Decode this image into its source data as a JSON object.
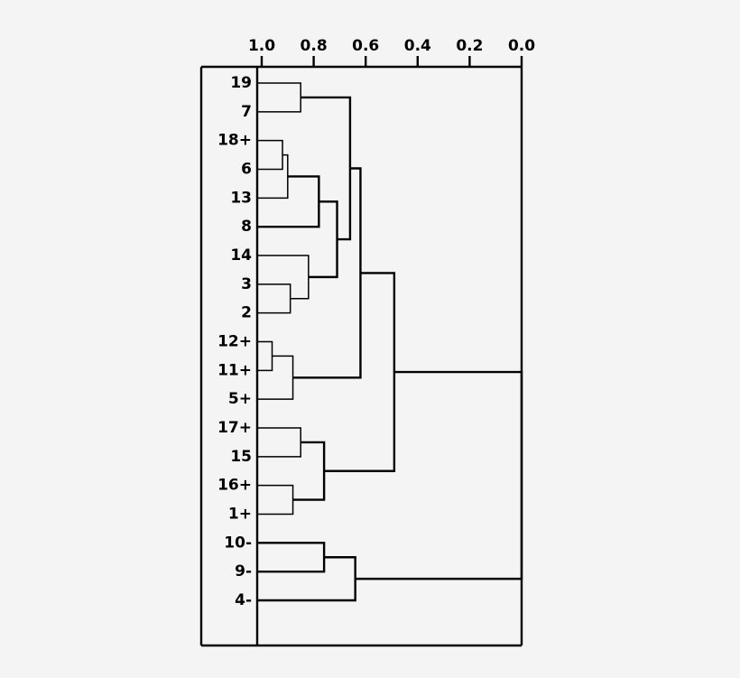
{
  "chart_data": {
    "type": "dendrogram",
    "title": "",
    "xlabel": "",
    "ylabel": "",
    "orientation": "horizontal-right-to-left",
    "grid": false,
    "legend": null,
    "axis": {
      "position": "top",
      "direction": "reversed",
      "range": [
        1.0,
        0.0
      ],
      "tick_labels": [
        "1.0",
        "0.8",
        "0.6",
        "0.4",
        "0.2",
        "0.0"
      ],
      "tick_values": [
        1.0,
        0.8,
        0.6,
        0.4,
        0.2,
        0.0
      ]
    },
    "leaves": [
      {
        "label": "19"
      },
      {
        "label": "7"
      },
      {
        "label": "18+"
      },
      {
        "label": "6"
      },
      {
        "label": "13"
      },
      {
        "label": "8"
      },
      {
        "label": "14"
      },
      {
        "label": "3"
      },
      {
        "label": "2"
      },
      {
        "label": "12+"
      },
      {
        "label": "11+"
      },
      {
        "label": "5+"
      },
      {
        "label": "17+"
      },
      {
        "label": "15"
      },
      {
        "label": "16+"
      },
      {
        "label": "1+"
      },
      {
        "label": "10-"
      },
      {
        "label": "9-"
      },
      {
        "label": "4-"
      }
    ],
    "merges": [
      {
        "id": "m1",
        "left": "19",
        "right": "7",
        "height": 0.85
      },
      {
        "id": "m2",
        "left": "18+",
        "right": "6",
        "height": 0.92
      },
      {
        "id": "m3",
        "left": "m2",
        "right": "13",
        "height": 0.9
      },
      {
        "id": "m4",
        "left": "m3",
        "right": "8",
        "height": 0.78
      },
      {
        "id": "m5",
        "left": "3",
        "right": "2",
        "height": 0.89
      },
      {
        "id": "m6",
        "left": "14",
        "right": "m5",
        "height": 0.82
      },
      {
        "id": "m7",
        "left": "m4",
        "right": "m6",
        "height": 0.71
      },
      {
        "id": "m8",
        "left": "m1",
        "right": "m7",
        "height": 0.66
      },
      {
        "id": "m9",
        "left": "12+",
        "right": "11+",
        "height": 0.96
      },
      {
        "id": "m10",
        "left": "m9",
        "right": "5+",
        "height": 0.88
      },
      {
        "id": "m11",
        "left": "m8",
        "right": "m10",
        "height": 0.62
      },
      {
        "id": "m12",
        "left": "17+",
        "right": "15",
        "height": 0.85
      },
      {
        "id": "m13",
        "left": "16+",
        "right": "1+",
        "height": 0.88
      },
      {
        "id": "m14",
        "left": "m12",
        "right": "m13",
        "height": 0.76
      },
      {
        "id": "m15",
        "left": "m11",
        "right": "m14",
        "height": 0.49
      },
      {
        "id": "m16",
        "left": "10-",
        "right": "9-",
        "height": 0.76
      },
      {
        "id": "m17",
        "left": "m16",
        "right": "4-",
        "height": 0.64
      },
      {
        "id": "m18",
        "left": "m15",
        "right": "m17",
        "height": 0.0
      }
    ],
    "colors": {
      "background": "#f4f4f4",
      "line": "#000000",
      "text": "#000000"
    }
  }
}
